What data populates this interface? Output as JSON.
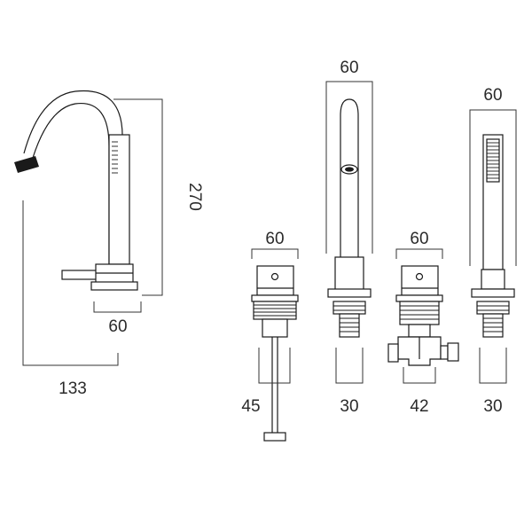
{
  "dimensions": {
    "spout_projection": "133",
    "spout_height": "270",
    "spout_base_width": "60",
    "waste_width": "60",
    "waste_depth": "45",
    "spout_column_width": "60",
    "spout_column_depth": "30",
    "valve_width": "60",
    "valve_depth": "42",
    "handset_width": "60",
    "handset_depth": "30"
  }
}
